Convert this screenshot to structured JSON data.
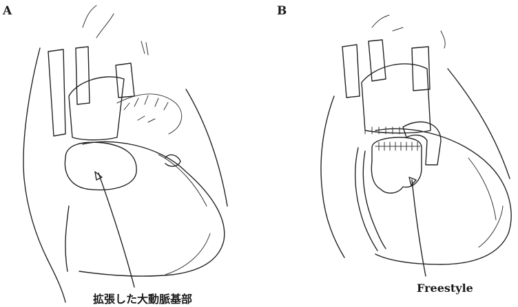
{
  "panels": [
    {
      "letter": "A",
      "callout": "拡張した大動脈基部"
    },
    {
      "letter": "B",
      "callout": "Freestyle"
    }
  ],
  "colors": {
    "ink": "#222222",
    "background": "#ffffff"
  }
}
